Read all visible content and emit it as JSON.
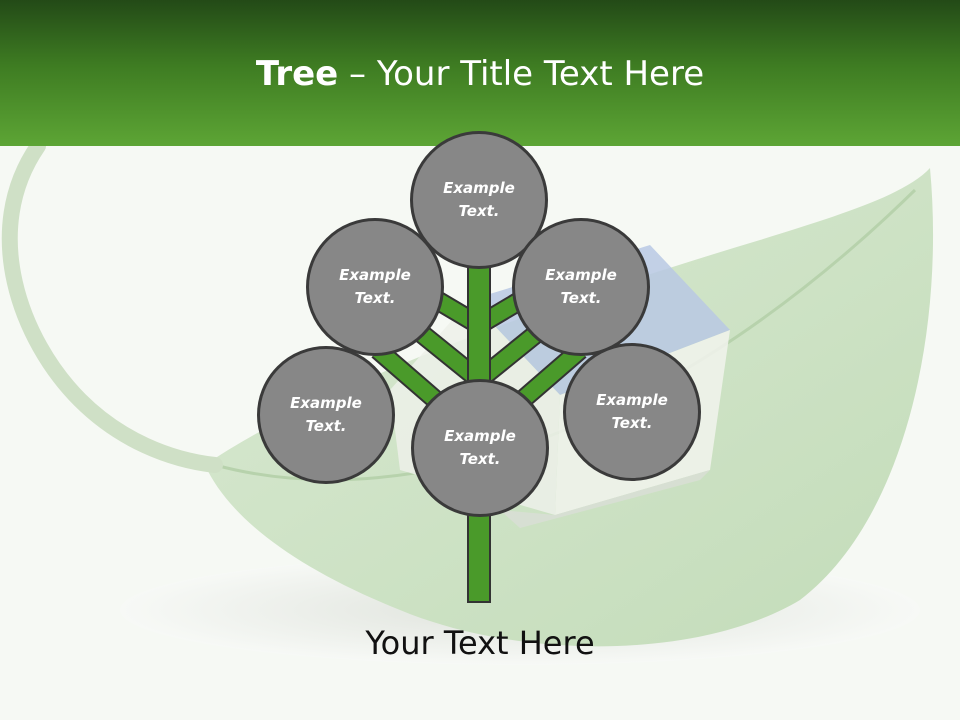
{
  "slide": {
    "title_bold": "Tree",
    "title_separator": " – ",
    "title_rest": "Your Title Text Here",
    "footer": "Your Text Here"
  },
  "nodes": [
    {
      "id": "top",
      "label": "Example Text."
    },
    {
      "id": "upper-left",
      "label": "Example Text."
    },
    {
      "id": "upper-right",
      "label": "Example Text."
    },
    {
      "id": "middle-left",
      "label": "Example Text."
    },
    {
      "id": "middle-right",
      "label": "Example Text."
    },
    {
      "id": "center",
      "label": "Example Text."
    }
  ],
  "colors": {
    "header_dark": "#234a17",
    "header_light": "#5da535",
    "trunk": "#4a9a2a",
    "node_fill": "#878787",
    "node_border": "#3a3a3a"
  }
}
